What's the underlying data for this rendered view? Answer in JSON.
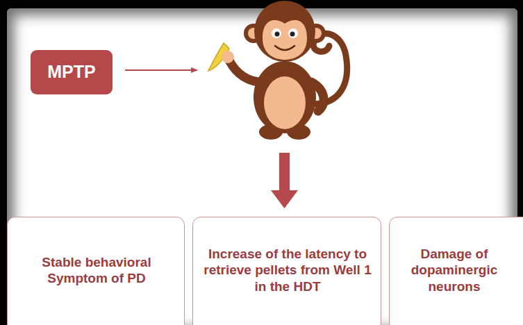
{
  "diagram": {
    "nodes": [
      {
        "text": [
          "MPTP"
        ]
      },
      {
        "text": [
          "Stable behavioral Symptom of PD"
        ]
      },
      {
        "text": [
          "Increase of the latency to retrieve pellets from Well 1 in the HDT"
        ]
      },
      {
        "text": [
          "Damage of dopaminergic neurons"
        ]
      }
    ]
  }
}
